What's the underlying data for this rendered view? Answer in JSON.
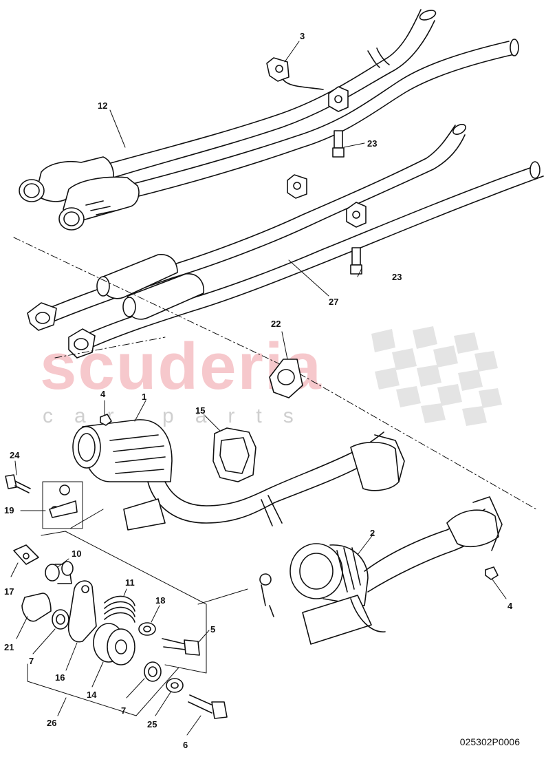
{
  "diagram": {
    "part_number": "025302P0006",
    "watermark": {
      "brand": "scuderia",
      "sub": "car parts"
    },
    "callouts": [
      {
        "id": "c3",
        "label": "3"
      },
      {
        "id": "c12",
        "label": "12"
      },
      {
        "id": "c23a",
        "label": "23"
      },
      {
        "id": "c23b",
        "label": "23"
      },
      {
        "id": "c27",
        "label": "27"
      },
      {
        "id": "c22",
        "label": "22"
      },
      {
        "id": "c4a",
        "label": "4"
      },
      {
        "id": "c1",
        "label": "1"
      },
      {
        "id": "c15",
        "label": "15"
      },
      {
        "id": "c24",
        "label": "24"
      },
      {
        "id": "c19",
        "label": "19"
      },
      {
        "id": "c2",
        "label": "2"
      },
      {
        "id": "c4b",
        "label": "4"
      },
      {
        "id": "c10",
        "label": "10"
      },
      {
        "id": "c17",
        "label": "17"
      },
      {
        "id": "c11",
        "label": "11"
      },
      {
        "id": "c18",
        "label": "18"
      },
      {
        "id": "c5",
        "label": "5"
      },
      {
        "id": "c21",
        "label": "21"
      },
      {
        "id": "c7a",
        "label": "7"
      },
      {
        "id": "c16",
        "label": "16"
      },
      {
        "id": "c14",
        "label": "14"
      },
      {
        "id": "c7b",
        "label": "7"
      },
      {
        "id": "c25",
        "label": "25"
      },
      {
        "id": "c26",
        "label": "26"
      },
      {
        "id": "c6",
        "label": "6"
      }
    ]
  }
}
